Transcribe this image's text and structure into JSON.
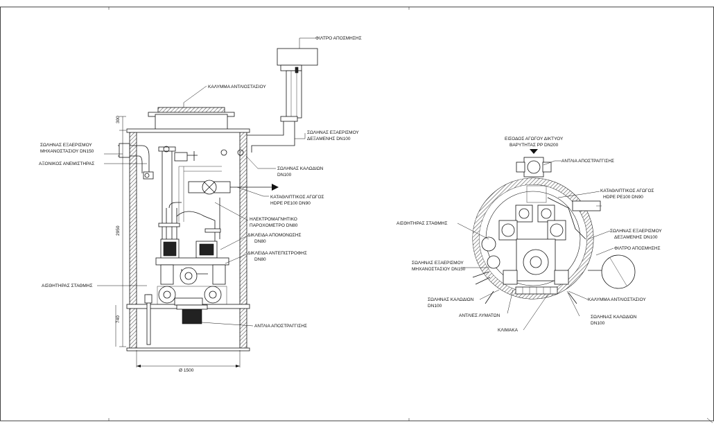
{
  "labels": {
    "filtro_top": "ΦΙΛΤΡΟ ΑΠΟΣΜΗΣΗΣ",
    "kalymma_left": "ΚΑΛΥΜΜΑ ΑΝΤΛΙΟΣΤΑΣΙΟΥ",
    "swlinas_dex_1": "ΣΩΛΗΝΑΣ ΕΞΑΕΡΙΣΜΟΥ",
    "swlinas_dex_2": "ΔΕΞΑΜΕΝΗΣ   DN100",
    "swlinas_mix_1": "ΣΩΛΗΝΑΣ ΕΞΑΕΡΙΣΜΟΥ",
    "swlinas_mix_2": "ΜΗΧΑΝΟΣΤΑΣΙΟΥ   DN150",
    "axoniko": "ΑΞΟΝΙΚΟΣ ΑΝΕΜΙΣΤΗΡΑΣ",
    "kalodion_1": "ΣΩΛΗΝΑΣ ΚΑΛΩΔΙΩΝ",
    "kalodion_2": "DN100",
    "katathlip_1": "ΚΑΤΑΘΛΙΠΤΙΚΟΣ ΑΓΩΓΟΣ",
    "katathlip_2": "HDPE PE100 DN90",
    "ilektro_1": "ΗΛΕΚΤΡΟΜΑΓΝΗΤΙΚΟ",
    "ilektro_2": "ΠΑΡΟΧΟΜΕΤΡΟ  DN80",
    "dikl_apom_1": "ΔΙΚΛΕΙΔΑ ΑΠΟΜΟΝΩΣΗΣ",
    "dikl_apom_2": "DN80",
    "dikl_anti_1": "ΔΙΚΛΕΙΔΑ ΑΝΤΕΠΙΣΤΡΟΦΗΣ",
    "dikl_anti_2": "DN80",
    "aisthitiras_left": "ΑΙΣΘΗΤΗΡΑΣ ΣΤΑΘΜΗΣ",
    "antlia_left": "ΑΝΤΛΙΑ ΑΠΟΣΤΡΑΓΓΙΣΗΣ",
    "dim_diam": "Ø 1500",
    "dim_2950": "2950",
    "dim_300": "300",
    "dim_740": "740",
    "eisodos_1": "ΕΙΣΟΔΟΣ ΑΓΩΓΟΥ ΔΙΚΤΥΟΥ",
    "eisodos_2": "ΒΑΡΥΤΗΤΑΣ PP DN200",
    "antlia_right": "ΑΝΤΛΙΑ ΑΠΟΣΤΡΑΓΓΙΣΗΣ",
    "katathlip_r1": "ΚΑΤΑΘΛΙΠΤΙΚΟΣ ΑΓΩΓΟΣ",
    "katathlip_r2": "HDPE PE100 DN90",
    "aisthitiras_right": "ΑΙΣΘΗΤΗΡΑΣ ΣΤΑΘΜΗΣ",
    "swlinas_dex_r1": "ΣΩΛΗΝΑΣ ΕΞΑΕΡΙΣΜΟΥ",
    "swlinas_dex_r2": "ΔΕΞΑΜΕΝΗΣ   DN100",
    "filtro_right": "ΦΙΛΤΡΟ ΑΠΟΣΜΗΣΗΣ",
    "swlinas_mix_r1": "ΣΩΛΗΝΑΣ ΕΞΑΕΡΙΣΜΟΥ",
    "swlinas_mix_r2": "ΜΗΧΑΝΟΣΤΑΣΙΟΥ   DN150",
    "kalodion_r1": "ΣΩΛΗΝΑΣ ΚΑΛΩΔΙΩΝ",
    "kalodion_r2": "DN100",
    "kalymma_right": "ΚΑΛΥΜΜΑ ΑΝΤΛΙΟΣΤΑΣΙΟΥ",
    "kalodion_r3": "ΣΩΛΗΝΑΣ ΚΑΛΩΔΙΩΝ",
    "kalodion_r4": "DN100",
    "antlies": "ΑΝΤΛΙΕΣ ΛΥΜΑΤΩΝ",
    "klimaka": "ΚΛΙΜΑΚΑ"
  }
}
